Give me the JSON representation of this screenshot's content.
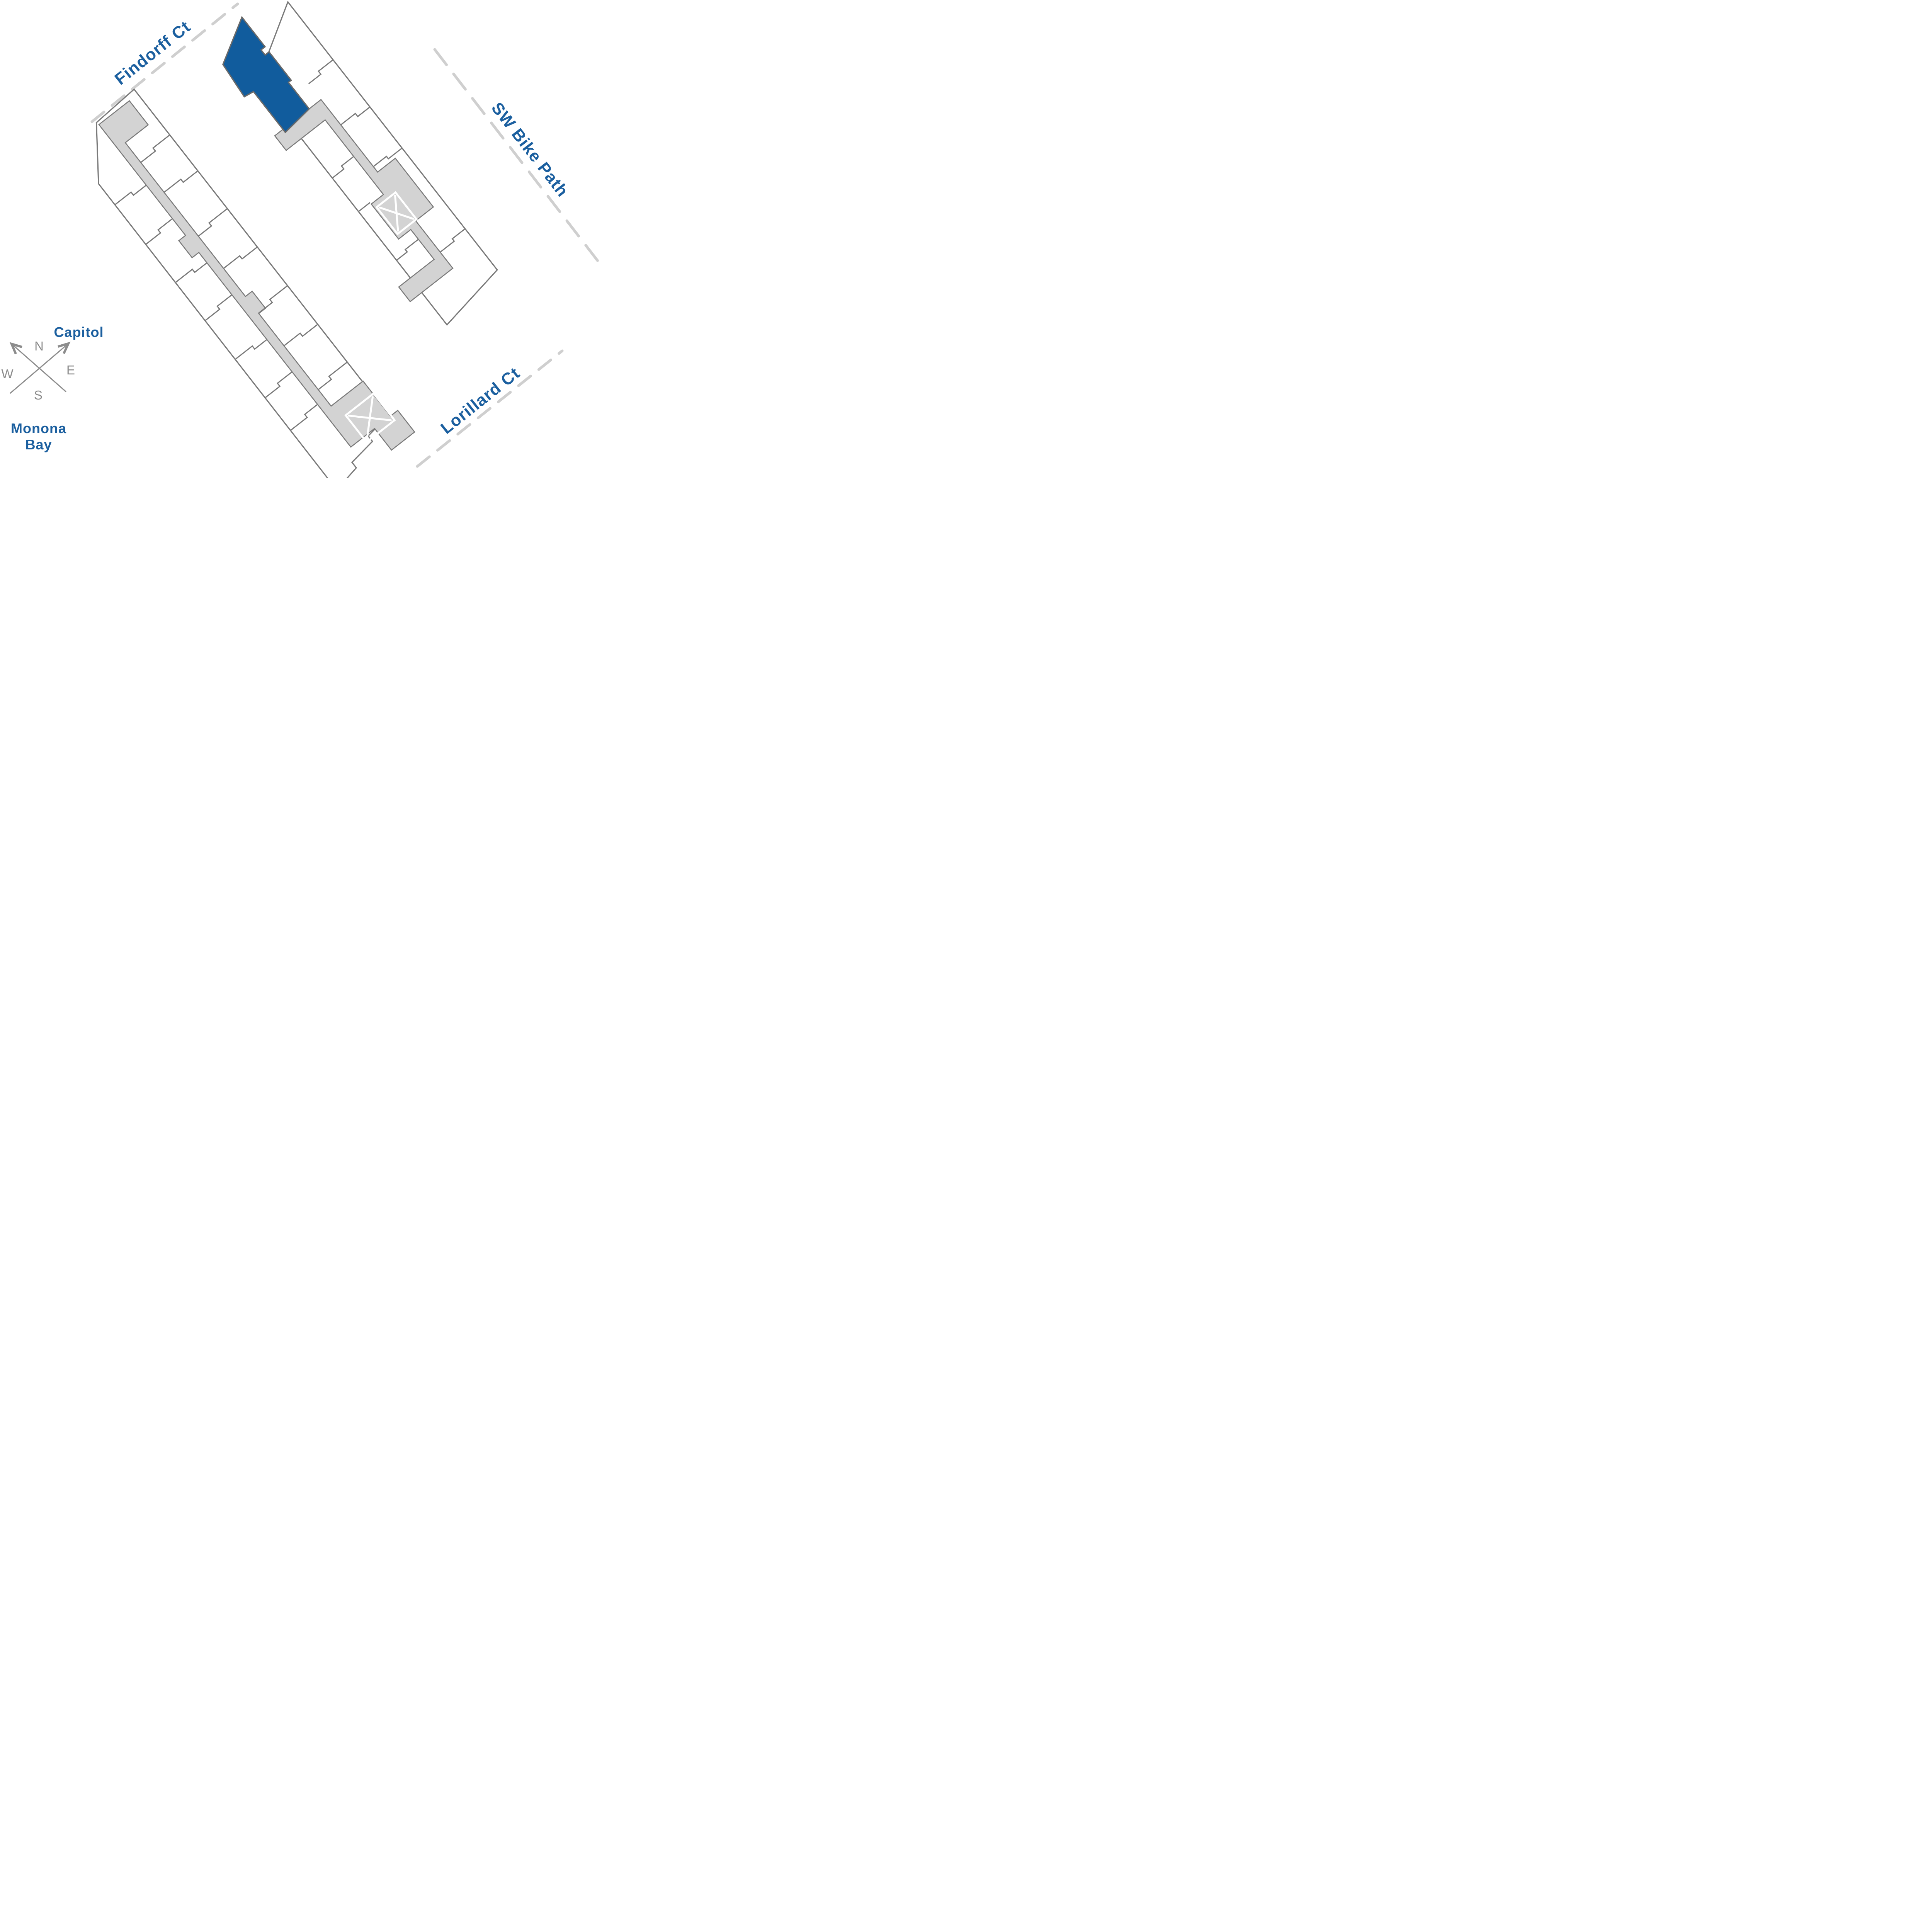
{
  "colors": {
    "highlight_blue": "#115C9D",
    "label_blue": "#1B5F9F",
    "wall_gray": "#7A7A7A",
    "corridor_gray": "#D3D3D3",
    "dash_gray": "#CFCFCF",
    "compass_gray": "#8C8C8C",
    "background": "#FFFFFF"
  },
  "streets": [
    {
      "id": "findorff-ct",
      "name": "Findorff Ct"
    },
    {
      "id": "sw-bike-path",
      "name": "SW Bike Path"
    },
    {
      "id": "lorillard-ct",
      "name": "Lorillard Ct"
    }
  ],
  "landmarks": [
    {
      "id": "capitol",
      "name": "Capitol"
    },
    {
      "id": "monona-bay",
      "line1": "Monona",
      "line2": "Bay"
    }
  ],
  "compass": {
    "n": "N",
    "e": "E",
    "s": "S",
    "w": "W"
  }
}
